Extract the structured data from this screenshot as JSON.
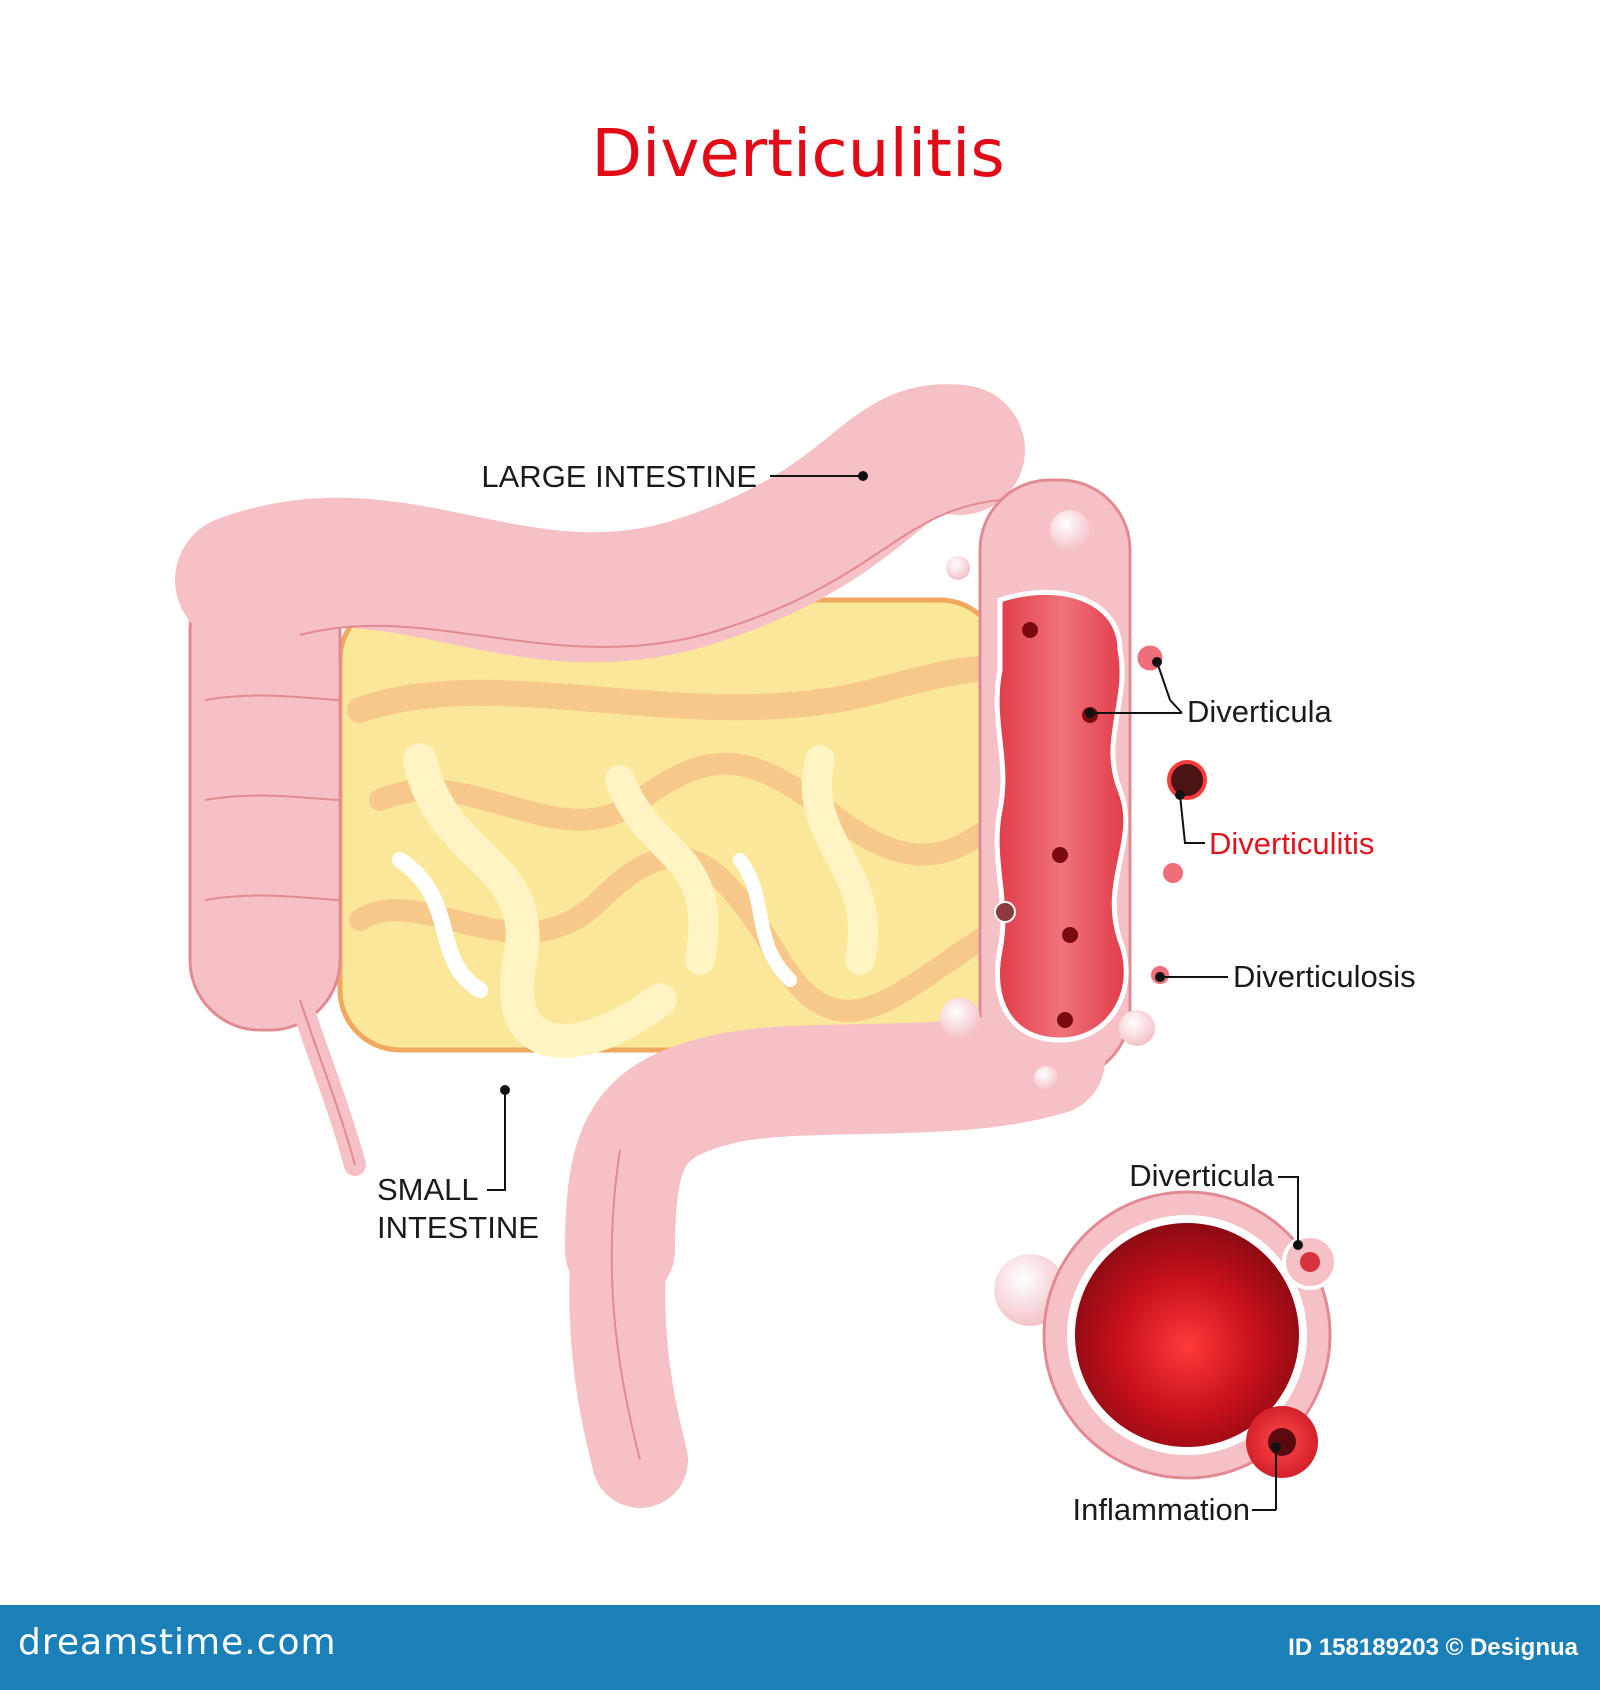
{
  "title": "Diverticulitis",
  "labels": {
    "large_intestine": "LARGE INTESTINE",
    "small_intestine_line1": "SMALL",
    "small_intestine_line2": "INTESTINE",
    "diverticula": "Diverticula",
    "diverticulitis": "Diverticulitis",
    "diverticulosis": "Diverticulosis",
    "cross_section_diverticula": "Diverticula",
    "inflammation": "Inflammation"
  },
  "footer": {
    "site": "dreamstime.com",
    "credit": "ID 158189203 © Designua"
  },
  "colors": {
    "title_red": "#e10a16",
    "colon_pink": "#f6c1c6",
    "colon_outline": "#e28a94",
    "small_intestine_yellow": "#fbe79a",
    "small_intestine_outline": "#f0a860",
    "inflamed_red": "#d9323f",
    "footer_blue": "#1b7fb8"
  }
}
